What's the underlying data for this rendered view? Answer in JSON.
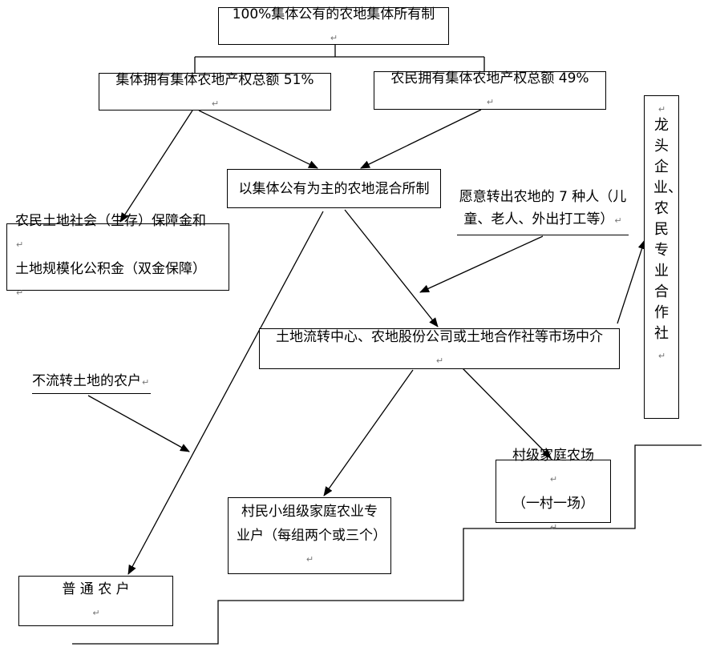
{
  "nodes": {
    "top": "100%集体公有的农地集体所有制",
    "collective51": "集体拥有集体农地产权总额 51%",
    "farmers49": "农民拥有集体农地产权总额 49%",
    "mixed": "以集体公有为主的农地混合所制",
    "welfare_line1": "农民土地社会（生存）保障金和",
    "welfare_line2": "土地规模化公积金（双金保障）",
    "willing_line1": "愿意转出农地的 7 种人（儿",
    "willing_line2": "童、老人、外出打工等）",
    "leading": "龙头企业、农民专业合作社",
    "market": "土地流转中心、农地股份公司或土地合作社等市场中介",
    "non_transfer": "不流转土地的农户",
    "village_farm_line1": "村级家庭农场",
    "village_farm_line2": "（一村一场）",
    "group_line1": "村民小组级家庭农业专",
    "group_line2": "业户（每组两个或三个）",
    "ordinary": "普 通 农 户"
  },
  "paragraph_mark": "↵"
}
